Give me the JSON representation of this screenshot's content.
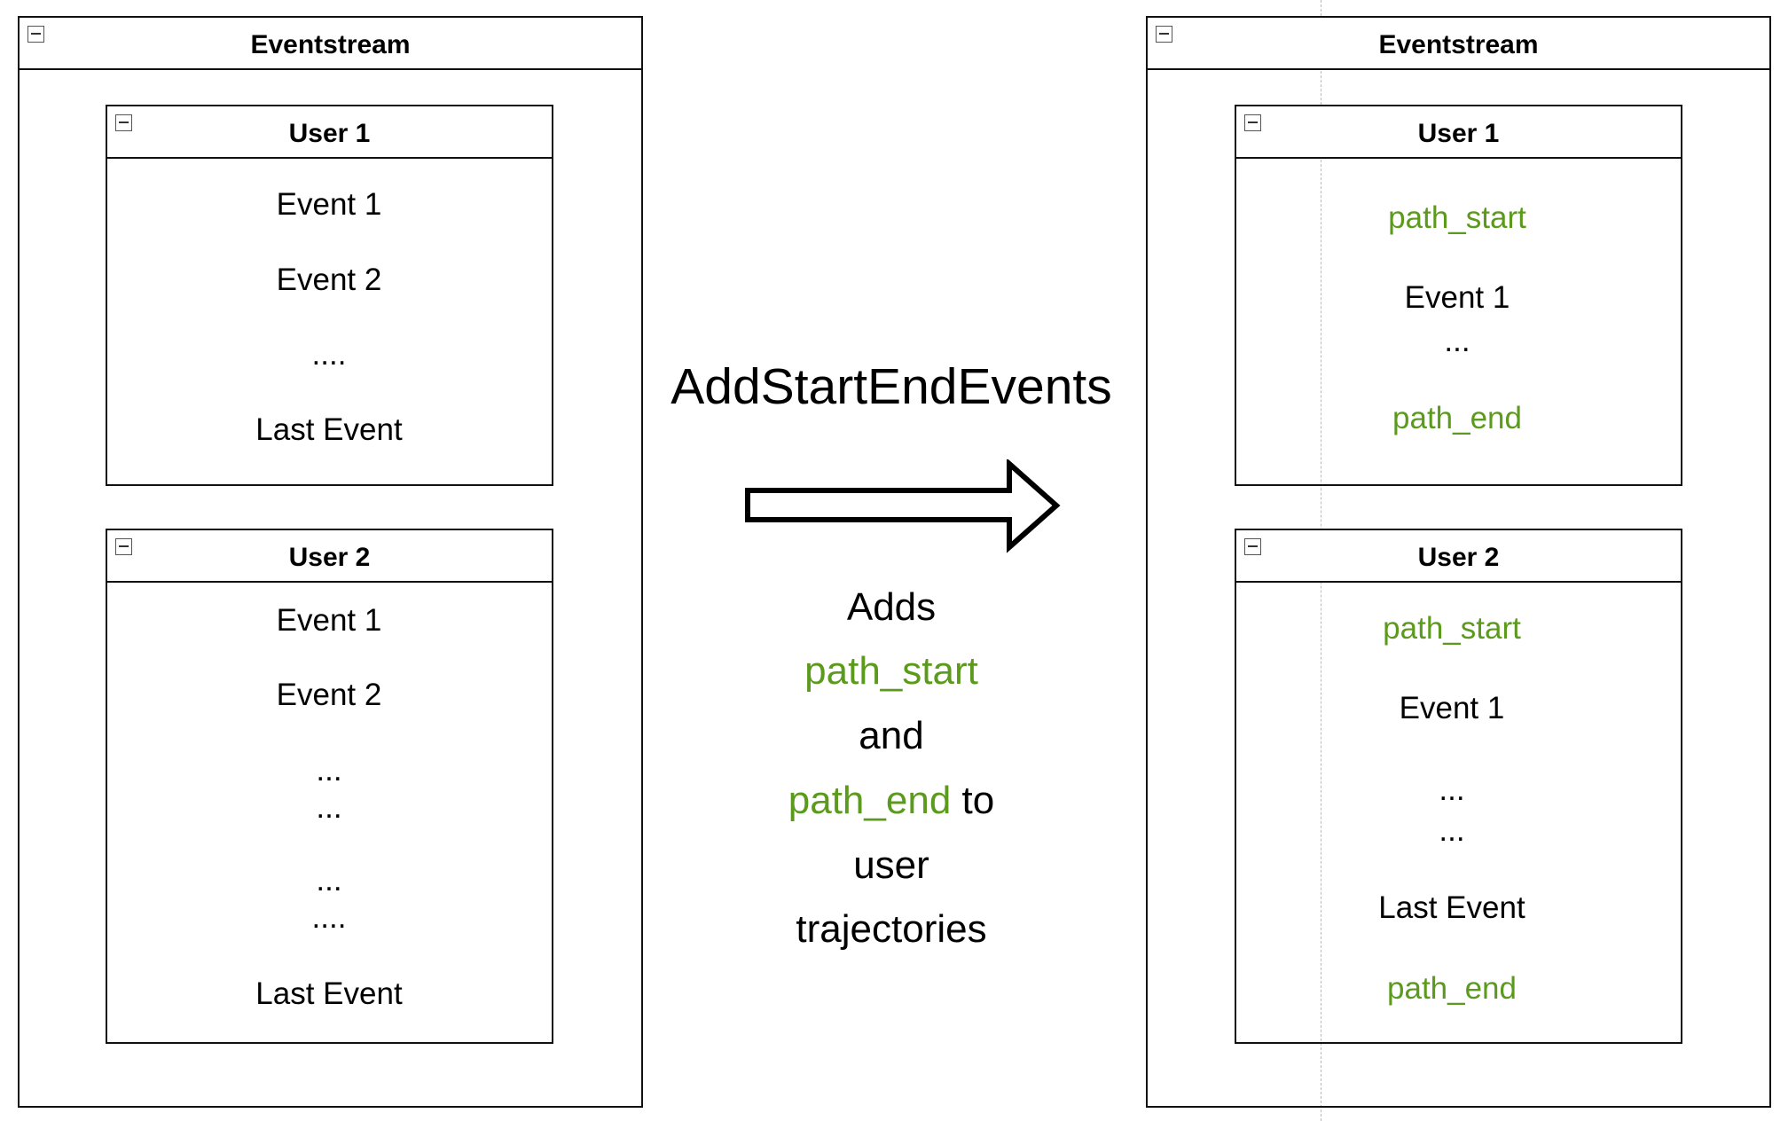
{
  "left_panel": {
    "title": "Eventstream",
    "user1": {
      "title": "User 1",
      "items": [
        "Event 1",
        "Event 2",
        "....",
        "Last Event"
      ]
    },
    "user2": {
      "title": "User 2",
      "items": [
        "Event 1",
        "Event 2",
        "...",
        "...",
        "...",
        "....",
        "Last Event"
      ]
    }
  },
  "transform": {
    "title": "AddStartEndEvents",
    "line1": "Adds",
    "start_event": "path_start",
    "line3": "and",
    "end_event": "path_end",
    "to_word": "to",
    "line5": "user",
    "line6": "trajectories"
  },
  "right_panel": {
    "title": "Eventstream",
    "user1": {
      "title": "User 1",
      "items": [
        "path_start",
        "Event 1",
        "...",
        "path_end"
      ]
    },
    "user2": {
      "title": "User 2",
      "items": [
        "path_start",
        "Event 1",
        "...",
        "...",
        "Last Event",
        "path_end"
      ]
    }
  },
  "colors": {
    "added_event": "#5c9a1e",
    "border": "#111111"
  }
}
